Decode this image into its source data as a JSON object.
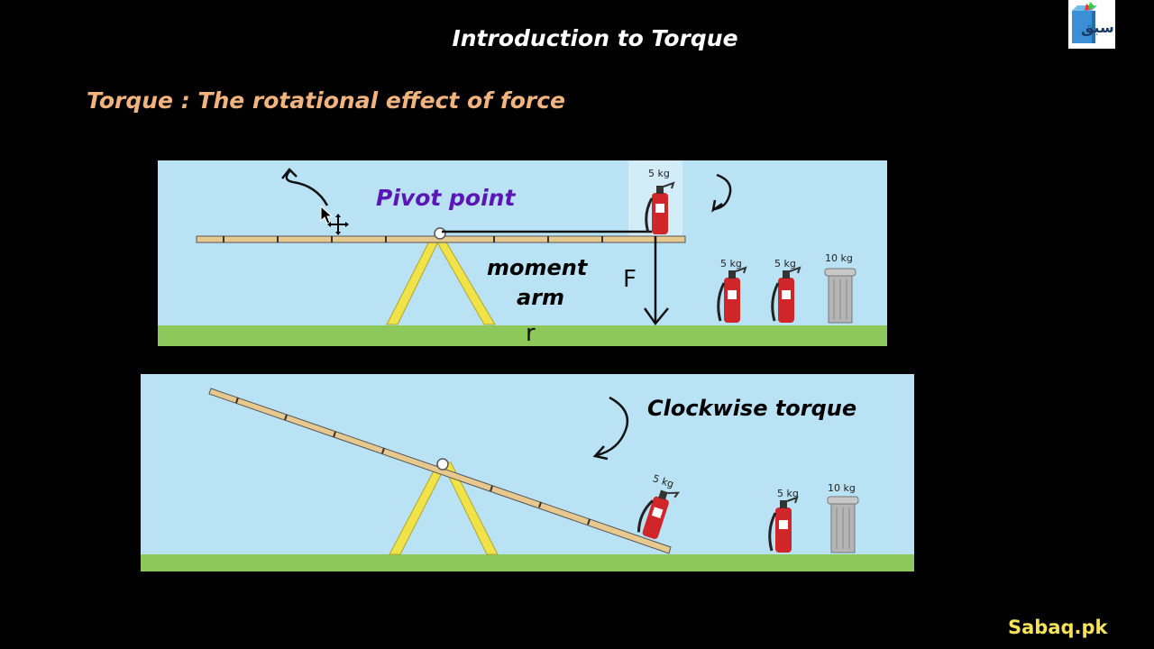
{
  "header": {
    "title": "Introduction to Torque",
    "definition": "Torque : The rotational effect of force"
  },
  "logo": {
    "icon": "book-logo-icon",
    "script": "سبق"
  },
  "panel_top": {
    "pivot_label": "Pivot point",
    "arm_label_line1": "moment",
    "arm_label_line2": "arm",
    "force_letter": "F",
    "arm_letter": "r",
    "weights": [
      "5 kg",
      "5 kg",
      "5 kg",
      "10 kg"
    ]
  },
  "panel_bottom": {
    "torque_label": "Clockwise torque",
    "weights": [
      "5 kg",
      "5 kg",
      "10 kg"
    ]
  },
  "colors": {
    "sky": "#b9e2f4",
    "grass": "#8cc85a",
    "stand": "#f0e34a",
    "plank": "#e7c98f",
    "extinguisher": "#d0262a",
    "pivot_text": "#5a16b6",
    "definition_text": "#f2b47e",
    "brand_text": "#f5e35a"
  },
  "footer": {
    "brand": "Sabaq.pk"
  }
}
